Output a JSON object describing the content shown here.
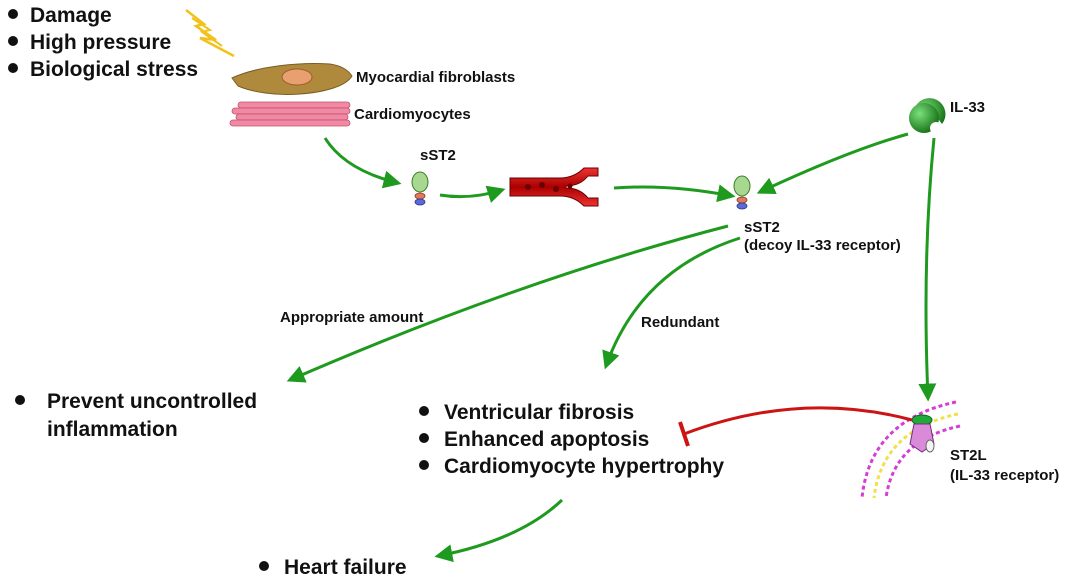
{
  "stressors": [
    "Damage",
    "High pressure",
    "Biological stress"
  ],
  "cells": {
    "fibroblasts": "Myocardial fibroblasts",
    "cardiomyocytes": "Cardiomyocytes"
  },
  "sst2_small": "sST2",
  "sst2_decoy": {
    "line1": "sST2",
    "line2": "(decoy IL-33 receptor)"
  },
  "il33": "IL-33",
  "st2l": {
    "line1": "ST2L",
    "line2": "(IL-33 receptor)"
  },
  "paths": {
    "appropriate": "Appropriate amount",
    "redundant": "Redundant"
  },
  "outcome_prevent": {
    "line1": "Prevent uncontrolled",
    "line2": "inflammation"
  },
  "outcomes_harm": [
    "Ventricular fibrosis",
    "Enhanced apoptosis",
    "Cardiomyocyte hypertrophy"
  ],
  "final": "Heart failure",
  "colors": {
    "arrow": "#1e9a1e",
    "inhibit": "#cc1414",
    "fibroblast": "#b08a3c",
    "myocyte": "#f08aa4",
    "il33": "#1a8a1a",
    "membrane_outer": "#d63cd6",
    "membrane_inner": "#f0e04a"
  }
}
